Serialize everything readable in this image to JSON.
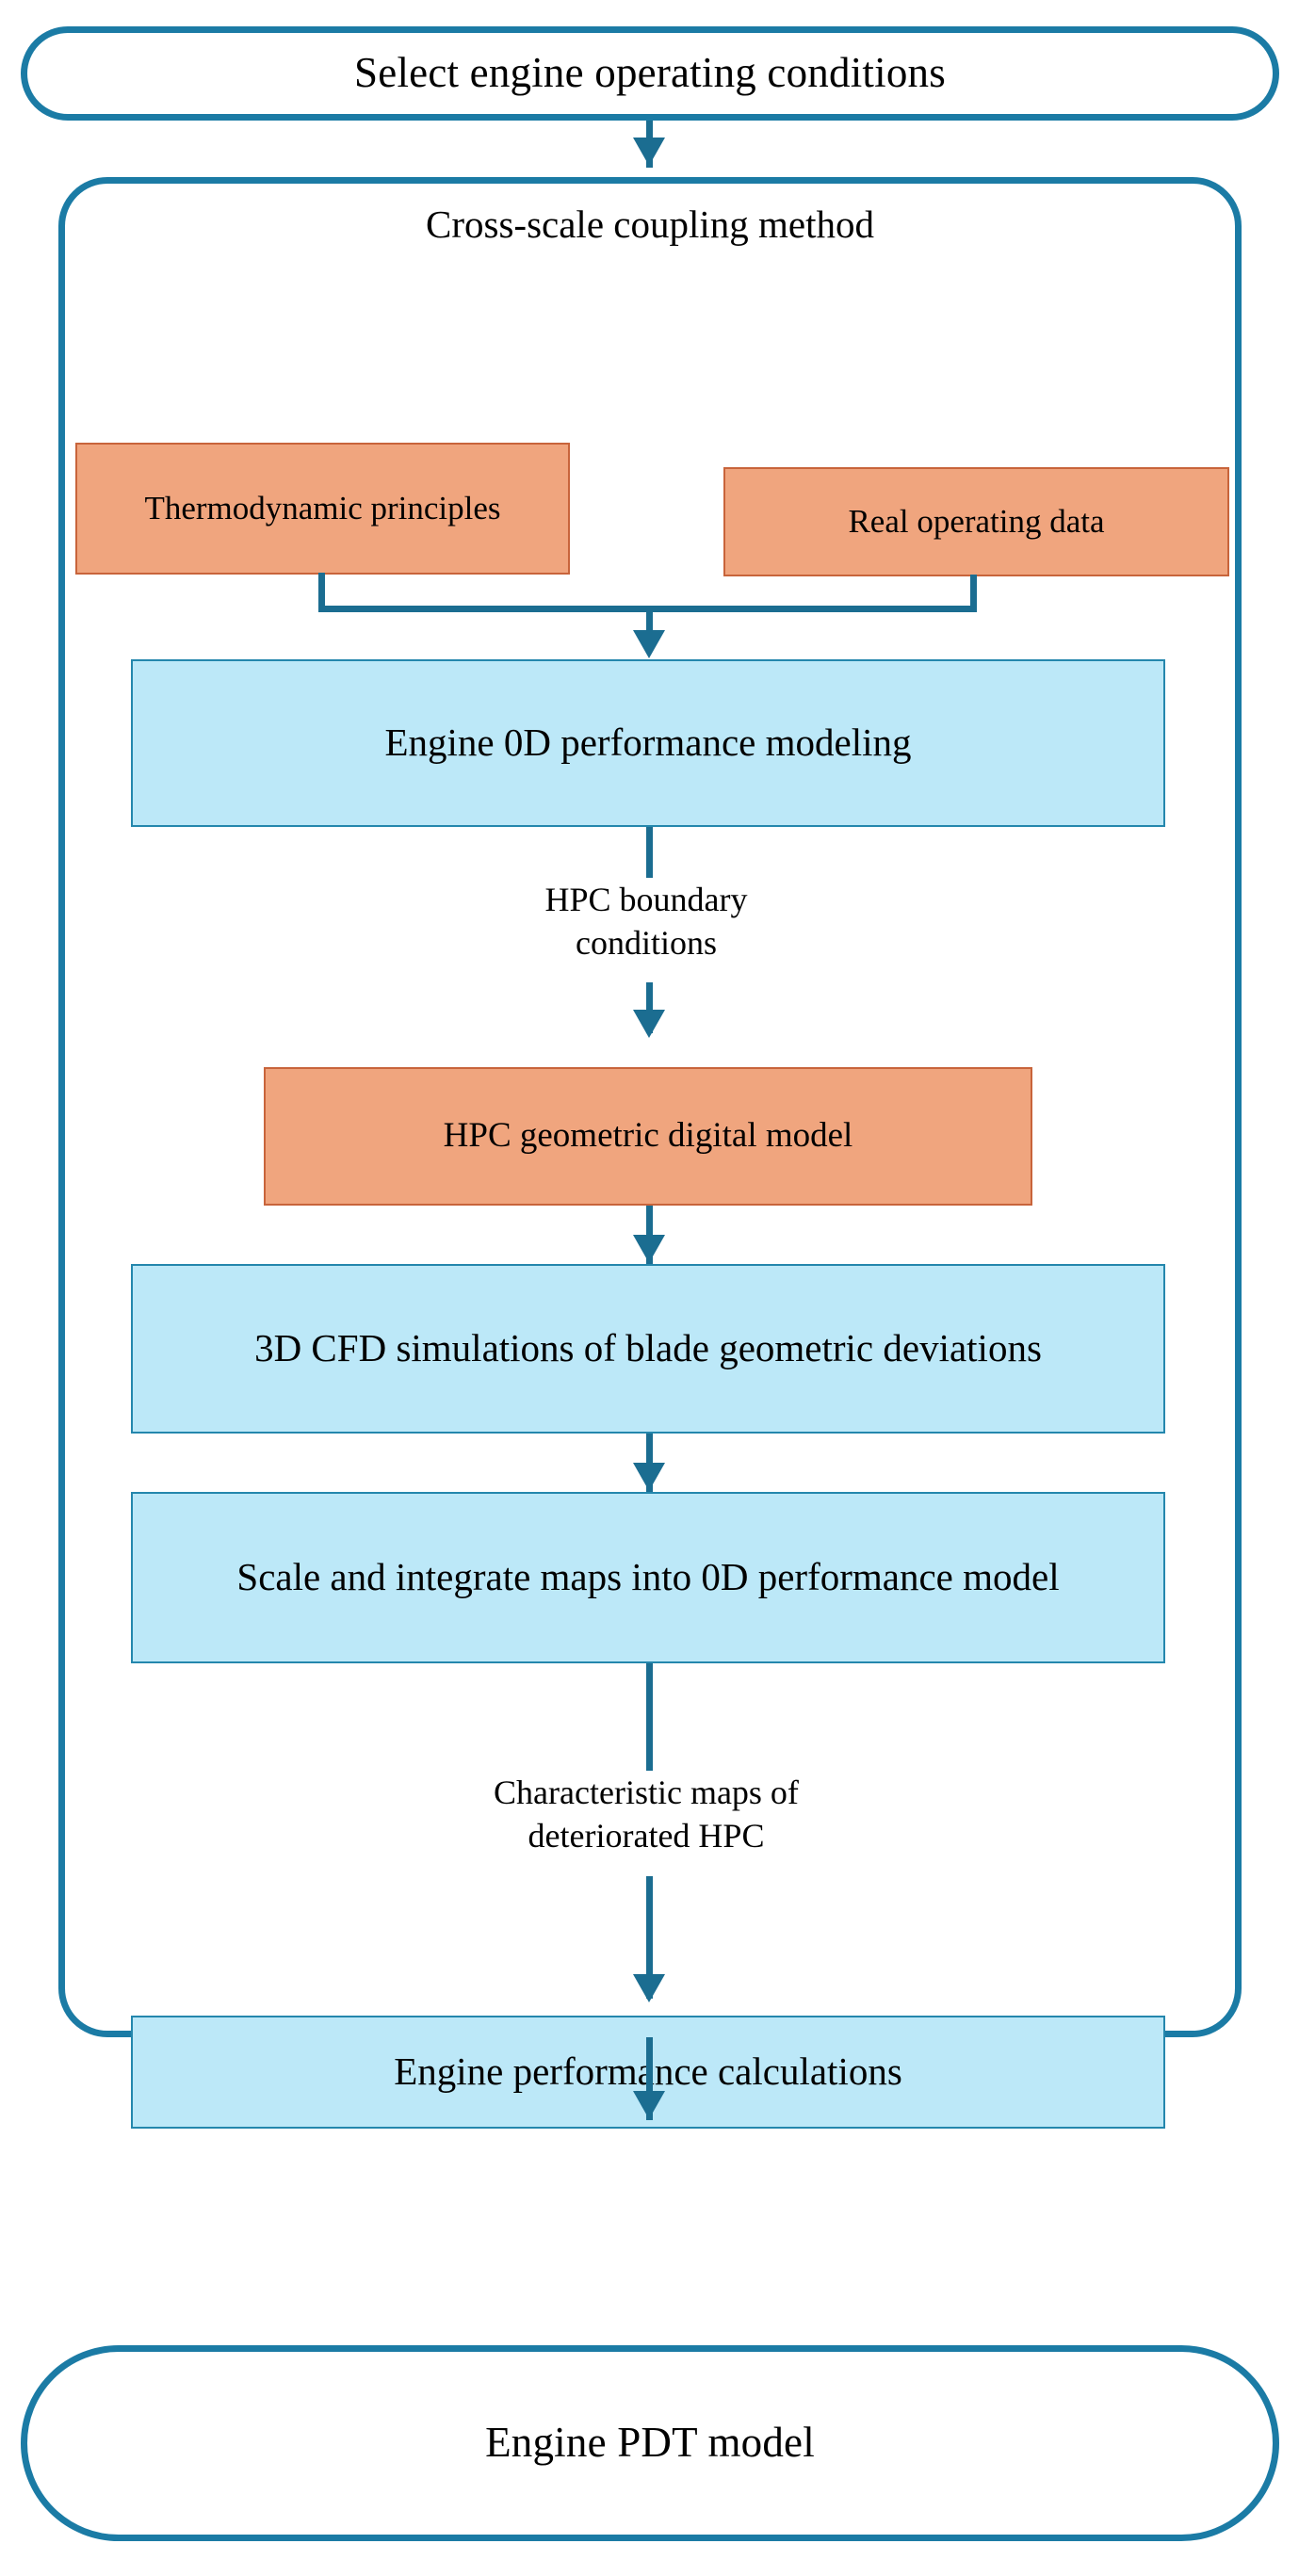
{
  "diagram": {
    "title": "Cross-scale coupling method workflow for engine performance digital twin",
    "colors": {
      "outline_blue": "#1b7ba5",
      "connector_blue": "#1b6d91",
      "orange_fill": "#F0A57E",
      "orange_stroke": "#C8643B",
      "blue_fill": "#BCE8F8",
      "blue_stroke": "#2487AD",
      "background": "#ffffff",
      "text": "#000000"
    },
    "start_node": {
      "label": "Select engine operating conditions",
      "shape": "stadium"
    },
    "group": {
      "title": "Cross-scale coupling method",
      "shape": "rounded-rectangle"
    },
    "nodes": [
      {
        "id": "thermodynamic-principles",
        "label": "Thermodynamic principles",
        "shape": "rectangle",
        "fill": "orange"
      },
      {
        "id": "real-operating-data",
        "label": "Real operating data",
        "shape": "rectangle",
        "fill": "orange"
      },
      {
        "id": "engine-0d-performance-modeling",
        "label": "Engine 0D performance modeling",
        "shape": "rectangle",
        "fill": "blue"
      },
      {
        "id": "hpc-geometric-digital-model",
        "label": "HPC geometric digital model",
        "shape": "rectangle",
        "fill": "orange"
      },
      {
        "id": "3d-cfd-simulations",
        "label": "3D CFD simulations of blade geometric deviations",
        "shape": "rectangle",
        "fill": "blue"
      },
      {
        "id": "scale-integrate-maps",
        "label": "Scale and integrate maps into 0D performance model",
        "shape": "rectangle",
        "fill": "blue"
      },
      {
        "id": "engine-performance-calculations",
        "label": "Engine performance calculations",
        "shape": "rectangle",
        "fill": "blue"
      }
    ],
    "edge_labels": [
      {
        "id": "hpc-boundary-conditions",
        "line1": "HPC boundary",
        "line2": "conditions"
      },
      {
        "id": "characteristic-maps",
        "line1": "Characteristic maps of",
        "line2": "deteriorated HPC"
      }
    ],
    "end_node": {
      "label": "Engine PDT model",
      "shape": "stadium"
    }
  }
}
